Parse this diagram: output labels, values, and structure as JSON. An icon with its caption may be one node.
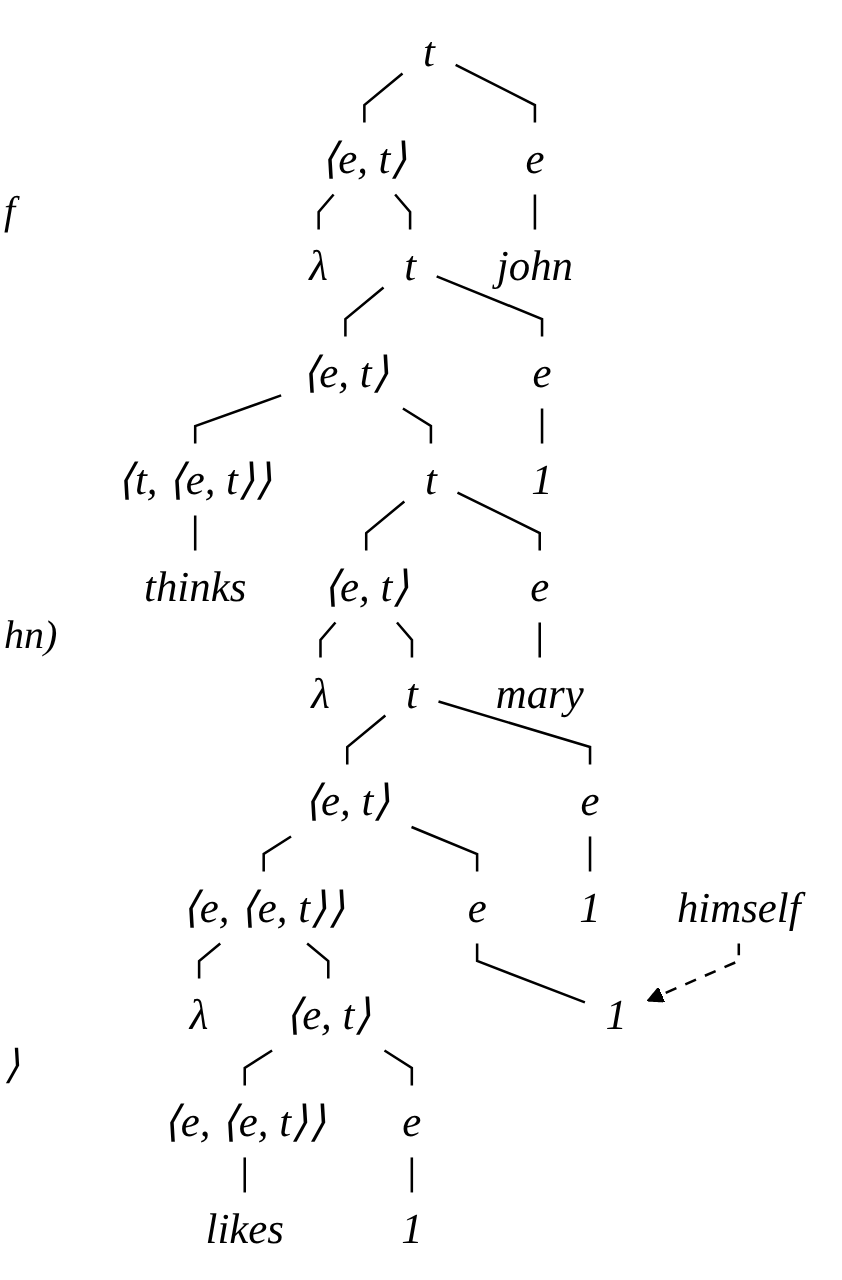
{
  "diagram": {
    "nodes": [
      {
        "text": [
          "t"
        ]
      },
      {
        "text": [
          "⟨e, t⟩"
        ]
      },
      {
        "text": [
          "e"
        ]
      },
      {
        "text": [
          "λ"
        ]
      },
      {
        "text": [
          "t"
        ]
      },
      {
        "text": [
          "john"
        ]
      },
      {
        "text": [
          "⟨e, t⟩"
        ]
      },
      {
        "text": [
          "e"
        ]
      },
      {
        "text": [
          "⟨t, ⟨e, t⟩⟩"
        ]
      },
      {
        "text": [
          "t"
        ]
      },
      {
        "text": [
          "1"
        ]
      },
      {
        "text": [
          "thinks"
        ]
      },
      {
        "text": [
          "⟨e, t⟩"
        ]
      },
      {
        "text": [
          "e"
        ]
      },
      {
        "text": [
          "λ"
        ]
      },
      {
        "text": [
          "t"
        ]
      },
      {
        "text": [
          "mary"
        ]
      },
      {
        "text": [
          "⟨e, t⟩"
        ]
      },
      {
        "text": [
          "e"
        ]
      },
      {
        "text": [
          "⟨e, ⟨e, t⟩⟩"
        ]
      },
      {
        "text": [
          "e"
        ]
      },
      {
        "text": [
          "1"
        ]
      },
      {
        "text": [
          "λ"
        ]
      },
      {
        "text": [
          "⟨e, t⟩"
        ]
      },
      {
        "text": [
          "1"
        ]
      },
      {
        "text": [
          "⟨e, ⟨e, t⟩⟩"
        ]
      },
      {
        "text": [
          "e"
        ]
      },
      {
        "text": [
          "himself"
        ]
      },
      {
        "text": [
          "likes"
        ]
      },
      {
        "text": [
          "1"
        ]
      }
    ],
    "edges": [
      {
        "from": 0,
        "to": 1,
        "arrow": "none"
      },
      {
        "from": 0,
        "to": 2,
        "arrow": "none"
      },
      {
        "from": 1,
        "to": 3,
        "arrow": "none"
      },
      {
        "from": 1,
        "to": 4,
        "arrow": "none"
      },
      {
        "from": 2,
        "to": 5,
        "arrow": "none"
      },
      {
        "from": 4,
        "to": 6,
        "arrow": "none"
      },
      {
        "from": 4,
        "to": 7,
        "arrow": "none"
      },
      {
        "from": 6,
        "to": 8,
        "arrow": "none"
      },
      {
        "from": 6,
        "to": 9,
        "arrow": "none"
      },
      {
        "from": 7,
        "to": 10,
        "arrow": "none"
      },
      {
        "from": 8,
        "to": 11,
        "arrow": "none"
      },
      {
        "from": 9,
        "to": 12,
        "arrow": "none"
      },
      {
        "from": 9,
        "to": 13,
        "arrow": "none"
      },
      {
        "from": 12,
        "to": 14,
        "arrow": "none"
      },
      {
        "from": 12,
        "to": 15,
        "arrow": "none"
      },
      {
        "from": 13,
        "to": 16,
        "arrow": "none"
      },
      {
        "from": 15,
        "to": 17,
        "arrow": "none"
      },
      {
        "from": 15,
        "to": 18,
        "arrow": "none"
      },
      {
        "from": 17,
        "to": 19,
        "arrow": "none"
      },
      {
        "from": 17,
        "to": 20,
        "arrow": "none"
      },
      {
        "from": 18,
        "to": 21,
        "arrow": "none"
      },
      {
        "from": 19,
        "to": 22,
        "arrow": "none"
      },
      {
        "from": 19,
        "to": 23,
        "arrow": "none"
      },
      {
        "from": 20,
        "to": 24,
        "arrow": "none"
      },
      {
        "from": 23,
        "to": 25,
        "arrow": "none"
      },
      {
        "from": 23,
        "to": 26,
        "arrow": "none"
      },
      {
        "from": 27,
        "to": 24,
        "arrow": "to",
        "style": "dashed"
      },
      {
        "from": 25,
        "to": 28,
        "arrow": "none"
      },
      {
        "from": 26,
        "to": 29,
        "arrow": "none"
      }
    ],
    "labels": [
      "f",
      "hn)",
      "⟩"
    ]
  }
}
